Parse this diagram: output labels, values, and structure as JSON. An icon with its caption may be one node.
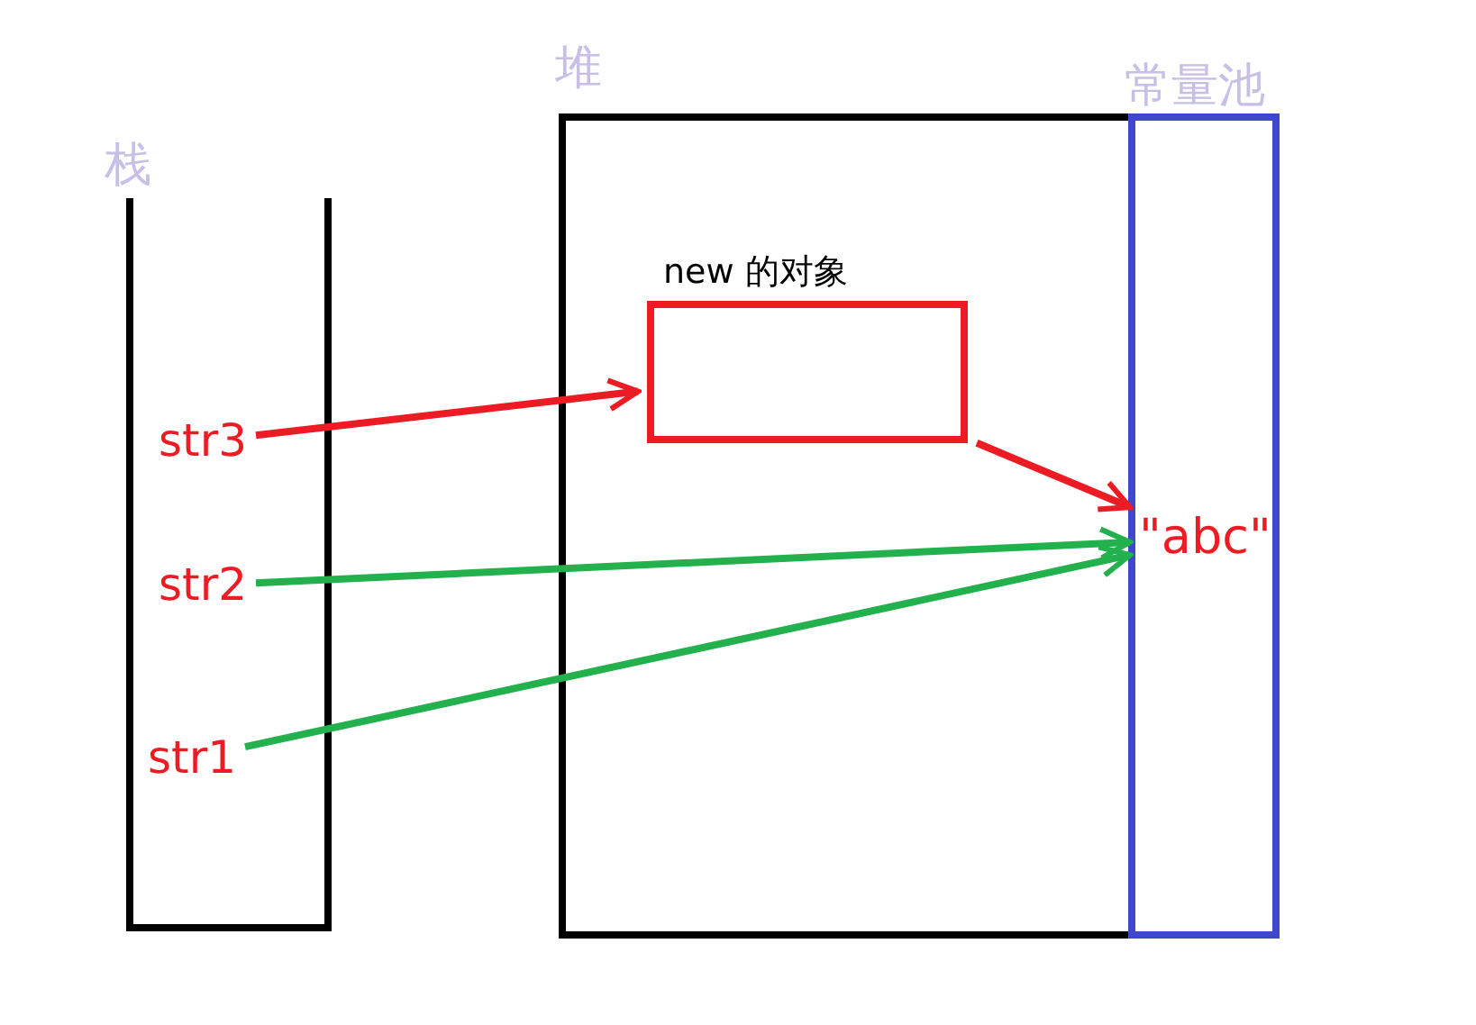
{
  "diagram": {
    "nodes": [
      {
        "text": [
          "栈"
        ]
      },
      {
        "text": [
          "堆"
        ]
      },
      {
        "text": [
          "常量池"
        ],
        "in": 1
      },
      {
        "text": [
          "str3"
        ],
        "in": 0
      },
      {
        "text": [
          "str2"
        ],
        "in": 0
      },
      {
        "text": [
          "str1"
        ],
        "in": 0
      },
      {
        "text": [
          "new 的对象"
        ],
        "in": 1
      },
      {
        "text": [
          "\"abc\""
        ],
        "in": 2
      }
    ],
    "edges": [
      {
        "from": 3,
        "to": 6,
        "arrow": "to",
        "color": "#ed1c24"
      },
      {
        "from": 6,
        "to": 7,
        "arrow": "to",
        "color": "#ed1c24"
      },
      {
        "from": 4,
        "to": 7,
        "arrow": "to",
        "color": "#22b14c"
      },
      {
        "from": 5,
        "to": 7,
        "arrow": "to",
        "color": "#22b14c"
      }
    ]
  }
}
